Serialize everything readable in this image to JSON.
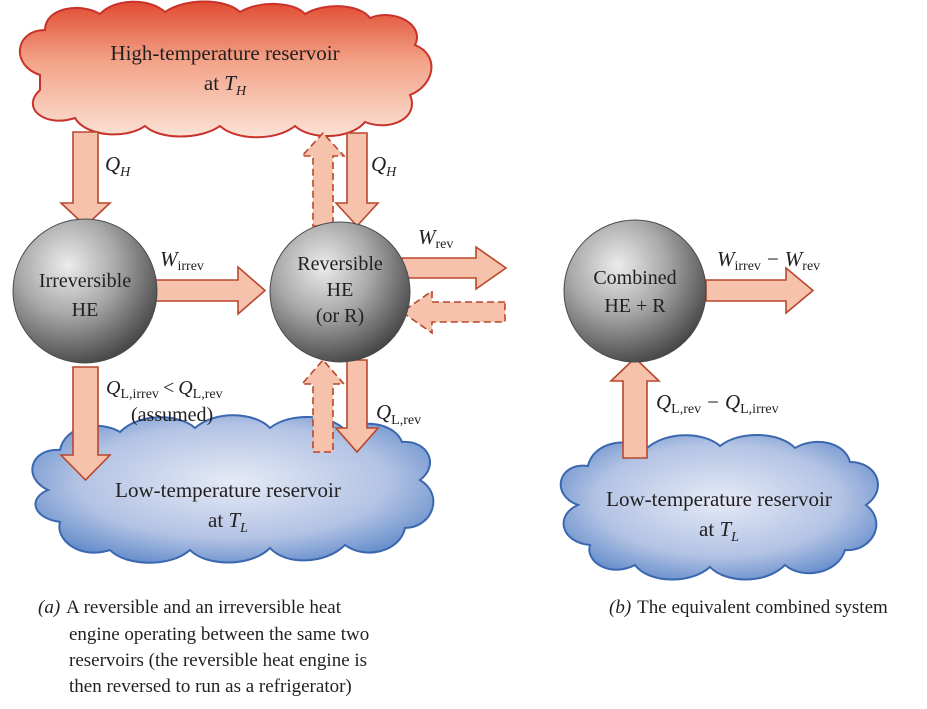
{
  "left": {
    "high_reservoir": {
      "line1": "High-temperature reservoir",
      "line2_pre": "at ",
      "line2_sym": "T",
      "line2_sub": "H"
    },
    "low_reservoir": {
      "line1": "Low-temperature reservoir",
      "line2_pre": "at ",
      "line2_sym": "T",
      "line2_sub": "L"
    },
    "irreversible_engine": {
      "line1": "Irreversible",
      "line2": "HE"
    },
    "reversible_engine": {
      "line1": "Reversible",
      "line2": "HE",
      "line3": "(or R)"
    },
    "labels": {
      "qh_left": {
        "sym": "Q",
        "sub": "H"
      },
      "qh_right": {
        "sym": "Q",
        "sub": "H"
      },
      "w_irrev": {
        "sym": "W",
        "sub": "irrev"
      },
      "w_rev": {
        "sym": "W",
        "sub": "rev"
      },
      "ql_irrev": {
        "sym": "Q",
        "sub": "L,irrev"
      },
      "ql_lt": "<",
      "ql_rev_cmp": {
        "sym": "Q",
        "sub": "L,rev"
      },
      "assumed": "(assumed)",
      "ql_rev": {
        "sym": "Q",
        "sub": "L,rev"
      }
    },
    "caption": {
      "tag": "(a)",
      "line1": "A reversible and an irreversible heat",
      "line2": "engine operating between the same two",
      "line3": "reservoirs (the reversible heat engine is",
      "line4": "then reversed to run as a refrigerator)"
    }
  },
  "right": {
    "combined": {
      "line1": "Combined",
      "line2": "HE + R"
    },
    "low_reservoir": {
      "line1": "Low-temperature reservoir",
      "line2_pre": "at ",
      "line2_sym": "T",
      "line2_sub": "L"
    },
    "labels": {
      "w_net_a": {
        "sym": "W",
        "sub": "irrev"
      },
      "w_net_minus": "−",
      "w_net_b": {
        "sym": "W",
        "sub": "rev"
      },
      "q_net_a": {
        "sym": "Q",
        "sub": "L,rev"
      },
      "q_net_minus": "−",
      "q_net_b": {
        "sym": "Q",
        "sub": "L,irrev"
      }
    },
    "caption": {
      "tag": "(b)",
      "text": "The equivalent combined system"
    }
  },
  "colors": {
    "arrow_fill": "#f7c2ac",
    "arrow_stroke": "#b8472d",
    "hot_cloud": "#e8563d",
    "cold_cloud": "#5c88c7",
    "engine_sphere": "#8a8a8a"
  }
}
